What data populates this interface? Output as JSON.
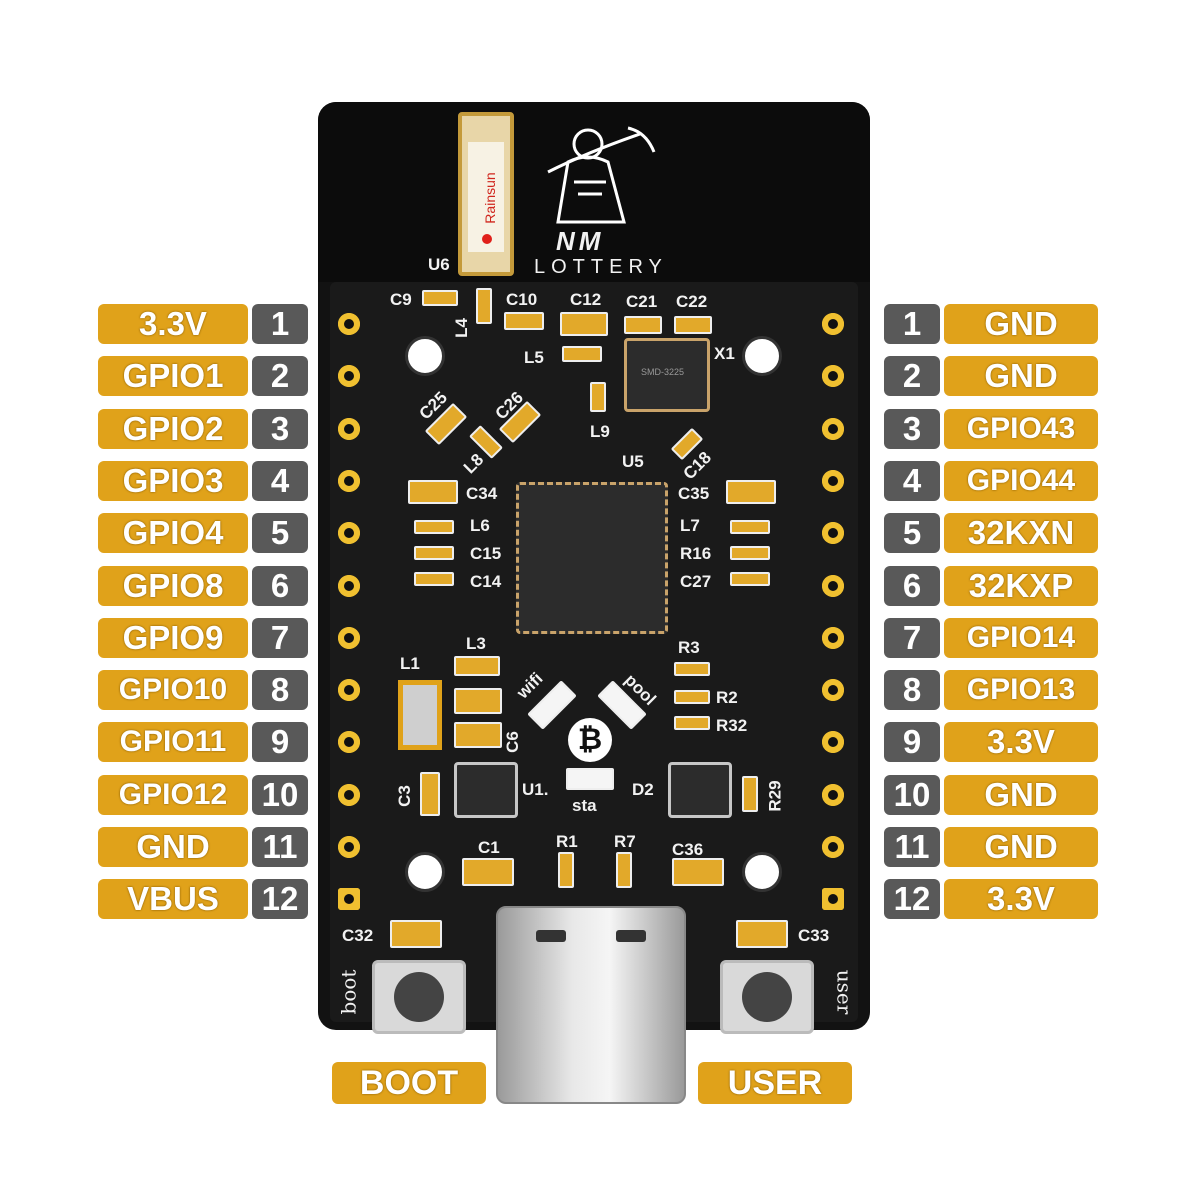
{
  "left_pins": [
    {
      "num": "1",
      "label": "3.3V"
    },
    {
      "num": "2",
      "label": "GPIO1"
    },
    {
      "num": "3",
      "label": "GPIO2"
    },
    {
      "num": "4",
      "label": "GPIO3"
    },
    {
      "num": "5",
      "label": "GPIO4"
    },
    {
      "num": "6",
      "label": "GPIO8"
    },
    {
      "num": "7",
      "label": "GPIO9"
    },
    {
      "num": "8",
      "label": "GPIO10"
    },
    {
      "num": "9",
      "label": "GPIO11"
    },
    {
      "num": "10",
      "label": "GPIO12"
    },
    {
      "num": "11",
      "label": "GND"
    },
    {
      "num": "12",
      "label": "VBUS"
    }
  ],
  "right_pins": [
    {
      "num": "1",
      "label": "GND"
    },
    {
      "num": "2",
      "label": "GND"
    },
    {
      "num": "3",
      "label": "GPIO43"
    },
    {
      "num": "4",
      "label": "GPIO44"
    },
    {
      "num": "5",
      "label": "32KXN"
    },
    {
      "num": "6",
      "label": "32KXP"
    },
    {
      "num": "7",
      "label": "GPIO14"
    },
    {
      "num": "8",
      "label": "GPIO13"
    },
    {
      "num": "9",
      "label": "3.3V"
    },
    {
      "num": "10",
      "label": "GND"
    },
    {
      "num": "11",
      "label": "GND"
    },
    {
      "num": "12",
      "label": "3.3V"
    }
  ],
  "buttons": {
    "boot_label": "BOOT",
    "user_label": "USER",
    "boot_silk": "boot",
    "user_silk": "user"
  },
  "board": {
    "logo_text_1": "NM",
    "logo_text_2": "LOTTERY",
    "antenna_brand": "Rainsun",
    "antenna_ref": "U6",
    "silk": {
      "C9": "C9",
      "C10": "C10",
      "C12": "C12",
      "C21": "C21",
      "C22": "C22",
      "L4": "L4",
      "L5": "L5",
      "X1": "X1",
      "C25": "C25",
      "C26": "C26",
      "L8": "L8",
      "L9": "L9",
      "U5": "U5",
      "C18": "C18",
      "C34": "C34",
      "L6": "L6",
      "C15": "C15",
      "C14": "C14",
      "C35": "C35",
      "L7": "L7",
      "R16": "R16",
      "C27": "C27",
      "L3": "L3",
      "L1": "L1",
      "R3": "R3",
      "R2": "R2",
      "R32": "R32",
      "wifi": "wifi",
      "pool": "pool",
      "C6": "C6",
      "C3": "C3",
      "U1": "U1.",
      "sta": "sta",
      "D2": "D2",
      "R29": "R29",
      "C1": "C1",
      "R1": "R1",
      "R7": "R7",
      "C36": "C36",
      "C32": "C32",
      "C33": "C33",
      "crystal": "SMD-3225"
    }
  },
  "colors": {
    "accent": "#e0a21a",
    "pin_number_bg": "#595959",
    "pcb": "#121212"
  }
}
